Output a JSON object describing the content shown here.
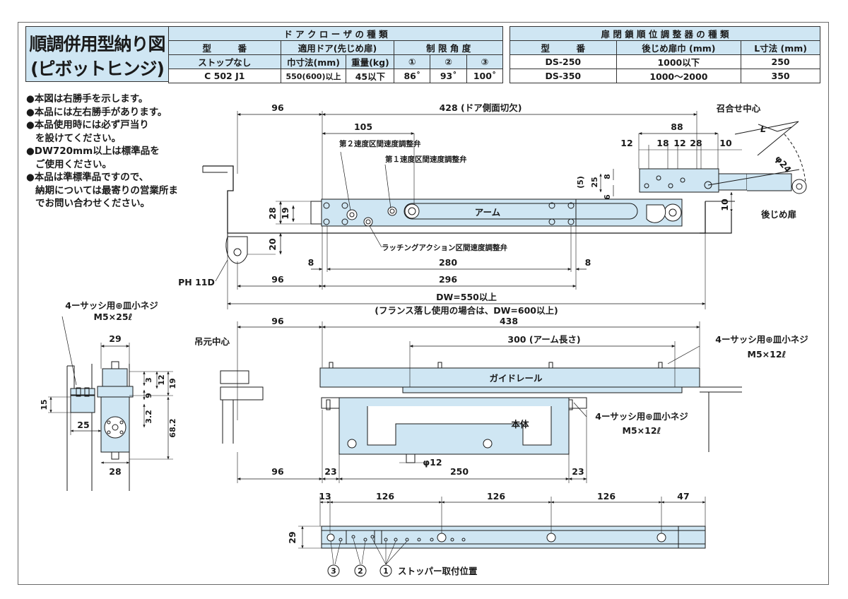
{
  "title": {
    "line1": "順調併用型納り図",
    "line2": "(ピボットヒンジ)"
  },
  "closer_table": {
    "heading": "ド ア ク ロ ー ザ の 種 類",
    "col_model": "型　　　番",
    "col_door": "適用ドア(先じめ扉)",
    "col_weight": "重量(kg)",
    "col_limit": "制 限 角 度",
    "row_stop": "ストップなし",
    "col_width": "巾寸法(mm)",
    "limit_1": "①",
    "limit_2": "②",
    "limit_3": "③",
    "model": "C 502 J1",
    "width": "550(600)以上",
    "weight": "45以下",
    "angle_1": "86˚",
    "angle_2": "93˚",
    "angle_3": "100˚"
  },
  "coordinator_table": {
    "heading": "扉 閉 鎖 順 位 調 整 器 の 種 類",
    "col_model": "型　　　番",
    "col_width": "後じめ扉巾 (mm)",
    "col_l": "L寸法 (mm)",
    "rows": [
      {
        "model": "DS-250",
        "width": "1000以下",
        "l": "250"
      },
      {
        "model": "DS-350",
        "width": "1000〜2000",
        "l": "350"
      }
    ]
  },
  "notes": [
    {
      "main": "●本図は右勝手を示します。"
    },
    {
      "main": "●本品には左右勝手があります。"
    },
    {
      "main": "●本品使用時には必ず戸当り",
      "cont": "を設けてください。"
    },
    {
      "main": "●DW720mm以上は標準品を",
      "cont": "ご使用ください。"
    },
    {
      "main": "●本品は準標準品ですので、",
      "cont": "納期については最寄りの営業所までお問い合わせください。"
    }
  ],
  "top_view": {
    "dim_96": "96",
    "dim_428": "428 (ドア側面切欠)",
    "dim_105": "105",
    "center_label": "召合せ中心",
    "dim_88": "88",
    "dim_12a": "12",
    "dim_18": "18",
    "dim_12b": "12",
    "dim_28": "28",
    "dim_10a": "10",
    "dim_L": "L",
    "dim_phi24": "φ24",
    "valve2": "第２速度区間速度調整弁",
    "valve1": "第１速度区間速度調整弁",
    "arm": "アーム",
    "latch_valve": "ラッチングアクション区間速度調整弁",
    "dim_5": "(5)",
    "dim_25": "25",
    "dim_8": "8",
    "dim_6": "6",
    "dim_10b": "10",
    "rear_door": "後じめ扉",
    "dim_28v": "28",
    "dim_19": "19",
    "dim_20": "20",
    "dim_8l": "8",
    "dim_280": "280",
    "dim_8r": "8",
    "ph": "PH 11D",
    "dim_96b": "96",
    "dim_296": "296",
    "dw": "DW=550以上",
    "dw_note": "(フランス落し使用の場合は、DW=600以上)"
  },
  "side_view": {
    "screw_label": "4ーサッシ用⊕皿小ネジ",
    "screw_size": "M5×25ℓ",
    "dim_29": "29",
    "dim_3": "3",
    "dim_12": "12",
    "dim_19": "19",
    "dim_9": "9",
    "dim_15": "15",
    "dim_32": "3.2",
    "dim_682": "68.2",
    "dim_25": "25",
    "dim_28": "28"
  },
  "front_view": {
    "dim_96": "96",
    "dim_438": "438",
    "pivot_center": "吊元中心",
    "dim_300": "300 (アーム長さ)",
    "screw_top": "4ーサッシ用⊕皿小ネジ",
    "screw_top_size": "M5×12ℓ",
    "guide_rail": "ガイドレール",
    "body": "本体",
    "screw_side": "4ーサッシ用⊕皿小ネジ",
    "screw_side_size": "M5×12ℓ",
    "phi12": "φ12",
    "dim_96b": "96",
    "dim_23a": "23",
    "dim_250": "250",
    "dim_23b": "23"
  },
  "rail_view": {
    "dim_13": "13",
    "dim_126a": "126",
    "dim_126b": "126",
    "dim_126c": "126",
    "dim_47": "47",
    "dim_29": "29",
    "m3": "3",
    "m2": "2",
    "m1": "1",
    "stopper": "ストッパー取付位置"
  },
  "colors": {
    "part_fill": "#cfe6f3",
    "line": "#1a1a1a",
    "frame": "#6a6a6a"
  }
}
